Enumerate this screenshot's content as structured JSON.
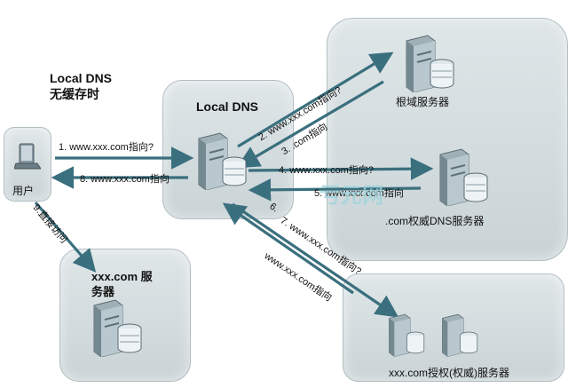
{
  "title_line1": "Local DNS",
  "title_line2": "无缓存时",
  "local_dns_label": "Local DNS",
  "user_label": "用户",
  "root_label": "根域服务器",
  "auth_com_label": ".com权威DNS服务器",
  "target_label_line1": "xxx.com 服",
  "target_label_line2": "务器",
  "auth_xxx_label": "xxx.com授权(权威)服务器",
  "steps": {
    "s1": "1.  www.xxx.com指向?",
    "s2": "2. www.xxx.com指向?",
    "s3": "3. .com指向",
    "s4": "4.  www.xxx.com指向?",
    "s5": "5. www.xxx.com指向",
    "s6": "6.",
    "s7": "7. www.xxx.com指向?",
    "s8": "8.  www.xxx.com指向",
    "s9": "9.直接访问",
    "s10": "www.xxx.com指向"
  },
  "watermark": "亏元网",
  "colors": {
    "arrow": "#3a6f7e",
    "panel": "#d3dcdf",
    "watermark": "#9fd3dc"
  },
  "icons": {
    "server": "server-icon",
    "user": "user-computer-icon"
  }
}
